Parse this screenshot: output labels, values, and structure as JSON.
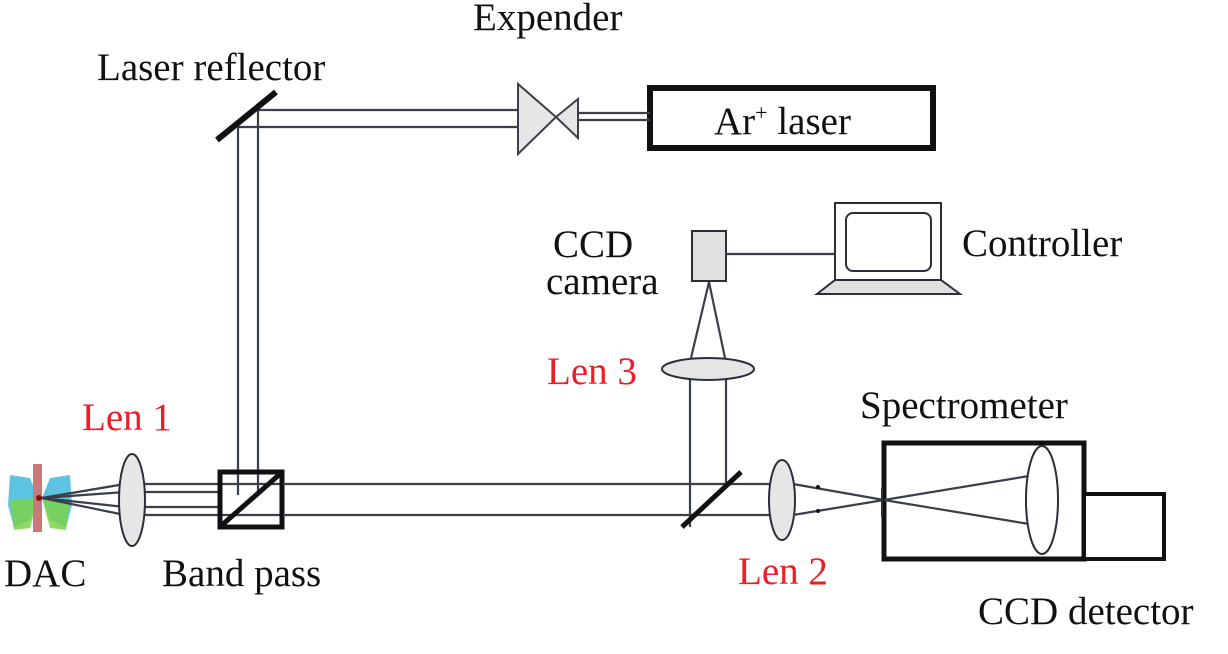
{
  "diagram": {
    "title": "Raman spectroscopy optical setup",
    "labels": {
      "laser_reflector": "Laser reflector",
      "expender": "Expender",
      "laser_name": "Ar",
      "laser_sup": "+",
      "laser_suffix": " laser",
      "ccd_camera_line1": "CCD",
      "ccd_camera_line2": "camera",
      "controller": "Controller",
      "len3": "Len 3",
      "len1": "Len 1",
      "spectrometer": "Spectrometer",
      "dac": "DAC",
      "band_pass": "Band pass",
      "len2": "Len 2",
      "ccd_detector": "CCD detector"
    },
    "colors": {
      "lens_label": "#ee1c24",
      "lens_fill": "#e6e6e6",
      "beam": "#3a3f4a",
      "outline": "#111111",
      "dac_gasket": "#c9797a"
    }
  }
}
